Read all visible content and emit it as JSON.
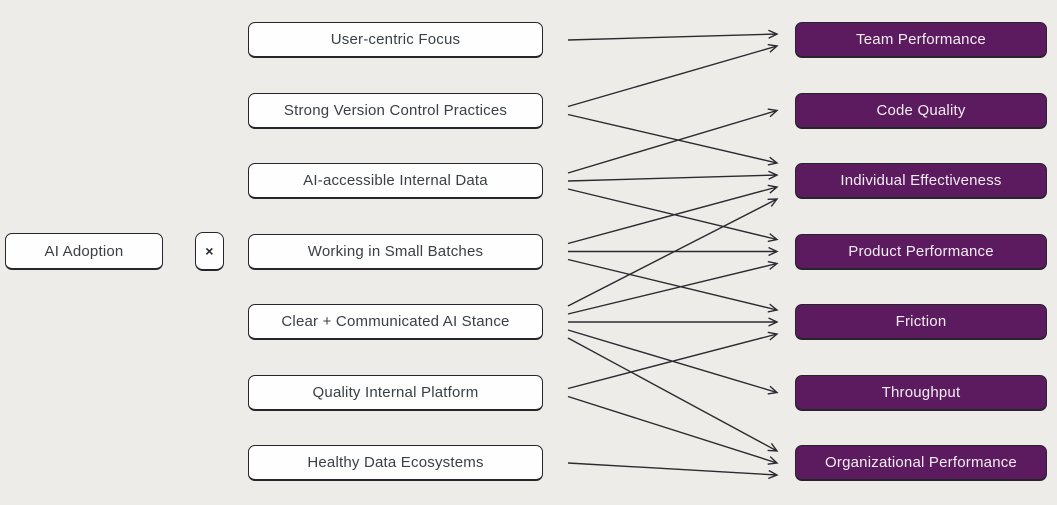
{
  "diagram": {
    "root": {
      "id": "ai-adoption",
      "label": "AI Adoption"
    },
    "operator": "×",
    "factors": [
      {
        "id": "user-centric-focus",
        "label": "User-centric Focus"
      },
      {
        "id": "strong-version-control-practices",
        "label": "Strong Version Control Practices"
      },
      {
        "id": "ai-accessible-internal-data",
        "label": "AI-accessible Internal Data"
      },
      {
        "id": "working-in-small-batches",
        "label": "Working in Small Batches"
      },
      {
        "id": "clear-communicated-ai-stance",
        "label": "Clear + Communicated AI Stance"
      },
      {
        "id": "quality-internal-platform",
        "label": "Quality Internal Platform"
      },
      {
        "id": "healthy-data-ecosystems",
        "label": "Healthy Data Ecosystems"
      }
    ],
    "outcomes": [
      {
        "id": "team-performance",
        "label": "Team Performance"
      },
      {
        "id": "code-quality",
        "label": "Code Quality"
      },
      {
        "id": "individual-effectiveness",
        "label": "Individual Effectiveness"
      },
      {
        "id": "product-performance",
        "label": "Product Performance"
      },
      {
        "id": "friction",
        "label": "Friction"
      },
      {
        "id": "throughput",
        "label": "Throughput"
      },
      {
        "id": "organizational-performance",
        "label": "Organizational Performance"
      }
    ],
    "links": [
      {
        "from": 0,
        "to": 0
      },
      {
        "from": 1,
        "to": 0
      },
      {
        "from": 1,
        "to": 2
      },
      {
        "from": 2,
        "to": 1
      },
      {
        "from": 2,
        "to": 2
      },
      {
        "from": 2,
        "to": 3
      },
      {
        "from": 3,
        "to": 2
      },
      {
        "from": 3,
        "to": 3
      },
      {
        "from": 3,
        "to": 4
      },
      {
        "from": 4,
        "to": 2
      },
      {
        "from": 4,
        "to": 3
      },
      {
        "from": 4,
        "to": 4
      },
      {
        "from": 4,
        "to": 5
      },
      {
        "from": 4,
        "to": 6
      },
      {
        "from": 5,
        "to": 4
      },
      {
        "from": 5,
        "to": 6
      },
      {
        "from": 6,
        "to": 6
      }
    ],
    "colors": {
      "background": "#edece8",
      "factor_fill": "#fefefe",
      "factor_text": "#3a4045",
      "outcome_fill": "#5c1b5f",
      "outcome_text": "#f3edf3",
      "node_border": "#26252c",
      "arrow": "#2b2a2f"
    }
  }
}
